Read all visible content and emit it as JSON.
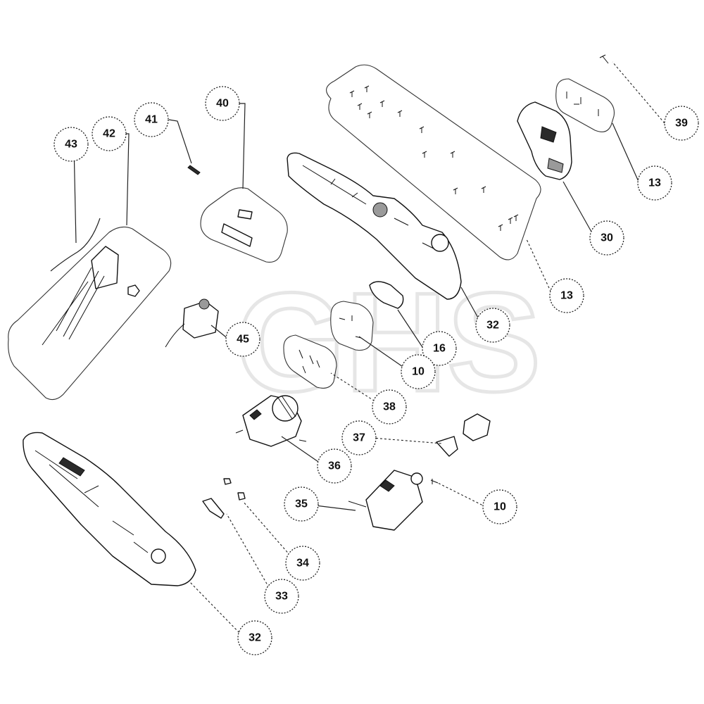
{
  "watermark": "GHS",
  "callouts": [
    {
      "id": "c43",
      "label": "43"
    },
    {
      "id": "c42",
      "label": "42"
    },
    {
      "id": "c41",
      "label": "41"
    },
    {
      "id": "c40",
      "label": "40"
    },
    {
      "id": "c39",
      "label": "39"
    },
    {
      "id": "c13a",
      "label": "13"
    },
    {
      "id": "c30",
      "label": "30"
    },
    {
      "id": "c13b",
      "label": "13"
    },
    {
      "id": "c32a",
      "label": "32"
    },
    {
      "id": "c16",
      "label": "16"
    },
    {
      "id": "c10a",
      "label": "10"
    },
    {
      "id": "c45",
      "label": "45"
    },
    {
      "id": "c38",
      "label": "38"
    },
    {
      "id": "c37",
      "label": "37"
    },
    {
      "id": "c36",
      "label": "36"
    },
    {
      "id": "c10b",
      "label": "10"
    },
    {
      "id": "c35",
      "label": "35"
    },
    {
      "id": "c34",
      "label": "34"
    },
    {
      "id": "c33",
      "label": "33"
    },
    {
      "id": "c32b",
      "label": "32"
    }
  ]
}
